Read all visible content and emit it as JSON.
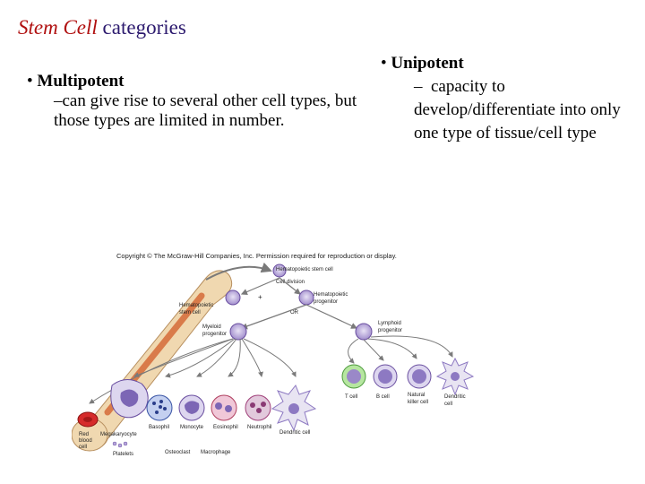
{
  "slide": {
    "title_italic": "Stem Cell",
    "title_rest": " categories"
  },
  "left": {
    "bullet": "•",
    "heading": "Multipotent",
    "body": "–can give rise to several other cell types, but those types are limited in number."
  },
  "right": {
    "bullet": "•",
    "heading": "Unipotent",
    "dash": "–",
    "body_first": "capacity to",
    "body_rest": "develop/differentiate into only one type of tissue/cell type"
  },
  "figure": {
    "copyright": "Copyright © The McGraw-Hill Companies, Inc. Permission required for reproduction or display.",
    "labels": {
      "hsc_top": "Hematopoietic stem cell",
      "cell_division": "Cell division",
      "plus": "+",
      "hemato_progenitor": [
        "Hematopoietic",
        "progenitor"
      ],
      "or": "OR",
      "hsc_left": [
        "Hematopoietic",
        "stem cell"
      ],
      "myeloid": [
        "Myeloid",
        "progenitor"
      ],
      "lymphoid": [
        "Lymphoid",
        "progenitor"
      ],
      "t_cell": "T cell",
      "b_cell": "B cell",
      "nk_cell": [
        "Natural",
        "killer cell"
      ],
      "dendritic_right": [
        "Dendritic",
        "cell"
      ],
      "rbc": [
        "Red",
        "blood",
        "cell"
      ],
      "megakaryocyte": "Megakaryocyte",
      "platelets": "Platelets",
      "basophil": "Basophil",
      "monocyte": "Monocyte",
      "eosinophil": "Eosinophil",
      "neutrophil": "Neutrophil",
      "dendritic_left": "Dendritic cell",
      "osteoclast": "Osteoclast",
      "macrophage": "Macrophage"
    }
  },
  "colors": {
    "title": "#2c1a6e",
    "title_italic": "#b01010",
    "bone": "#f0d8b0",
    "marrow": "#d97b4a",
    "cell_purple": "#9b86c9",
    "cell_nucleus": "#6a4fa0",
    "arrow": "#7a7a7a"
  }
}
